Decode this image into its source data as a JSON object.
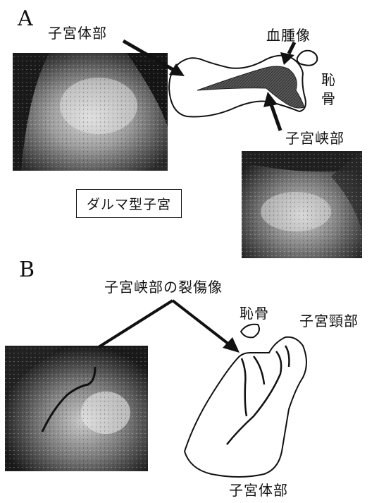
{
  "panel_a": {
    "letter": "A",
    "label_uterine_body": "子宮体部",
    "label_hematoma": "血腫像",
    "label_pubic_bone": "恥骨",
    "label_isthmus": "子宮峡部",
    "boxed_label": "ダルマ型子宮"
  },
  "panel_b": {
    "letter": "B",
    "label_isthmus_laceration": "子宮峡部の裂傷像",
    "label_pubic_bone": "恥骨",
    "label_cervix": "子宮頸部",
    "label_uterine_body": "子宮体部"
  },
  "colors": {
    "ink": "#111111",
    "hematoma_fill": "#555555"
  }
}
